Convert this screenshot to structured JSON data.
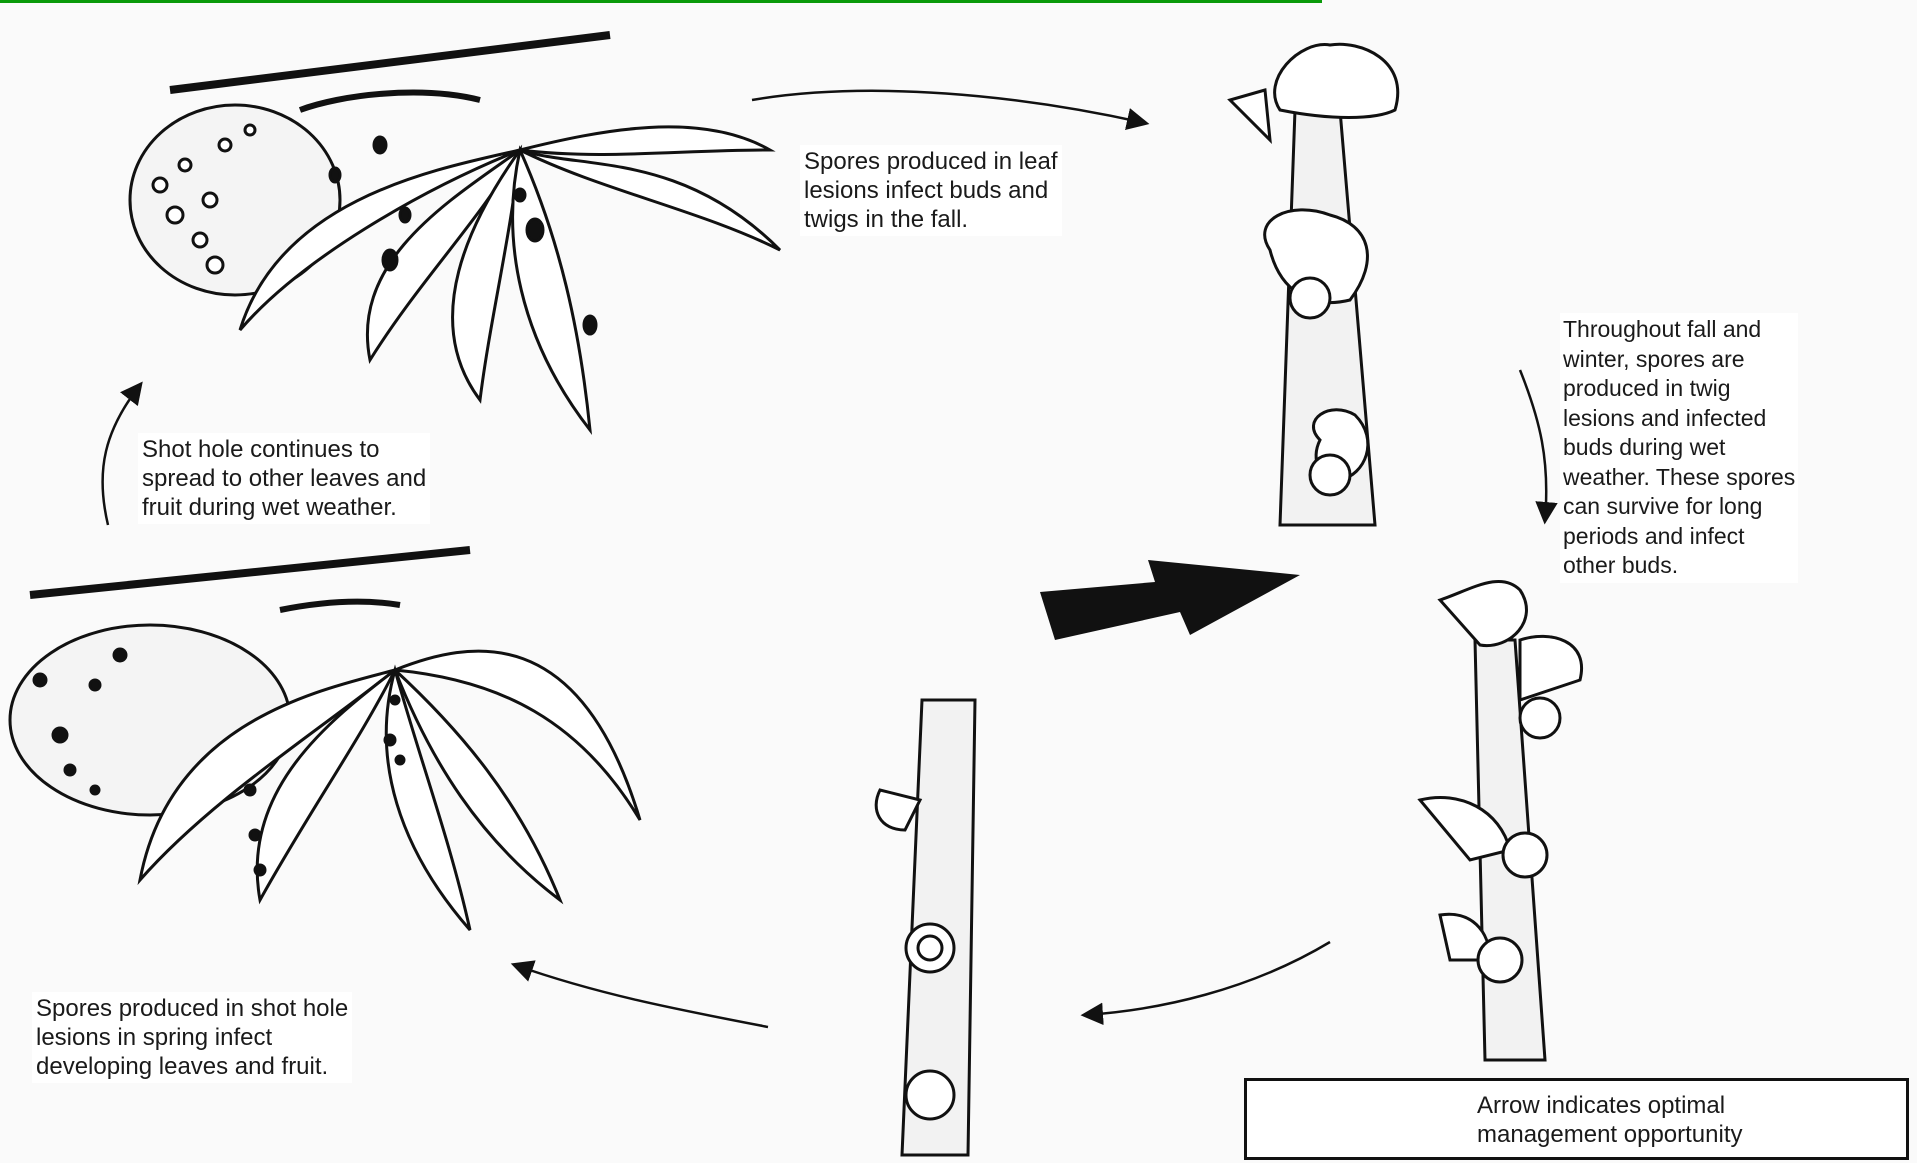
{
  "captions": {
    "fall_infection": [
      "Spores produced in leaf",
      "lesions infect buds and",
      "twigs in the fall."
    ],
    "winter_survival": [
      "Throughout fall and",
      "winter, spores are",
      "produced in twig",
      "lesions and infected",
      "buds during wet",
      "weather. These spores",
      "can survive for long",
      "periods and infect",
      "other buds."
    ],
    "spring_infection": [
      "Spores produced in shot hole",
      "lesions in spring infect",
      "developing leaves and fruit."
    ],
    "spread": [
      "Shot hole continues to",
      "spread to other leaves and",
      "fruit during wet weather."
    ]
  },
  "legend": {
    "lines": [
      "Arrow indicates optimal",
      "management opportunity"
    ]
  },
  "colors": {
    "ink": "#111111",
    "paper": "#fafafa",
    "top_rule": "#0a9a0a"
  },
  "icons": {
    "management_arrow": "thick-black-arrow",
    "cycle_arrows": "thin-curved-arrow"
  }
}
